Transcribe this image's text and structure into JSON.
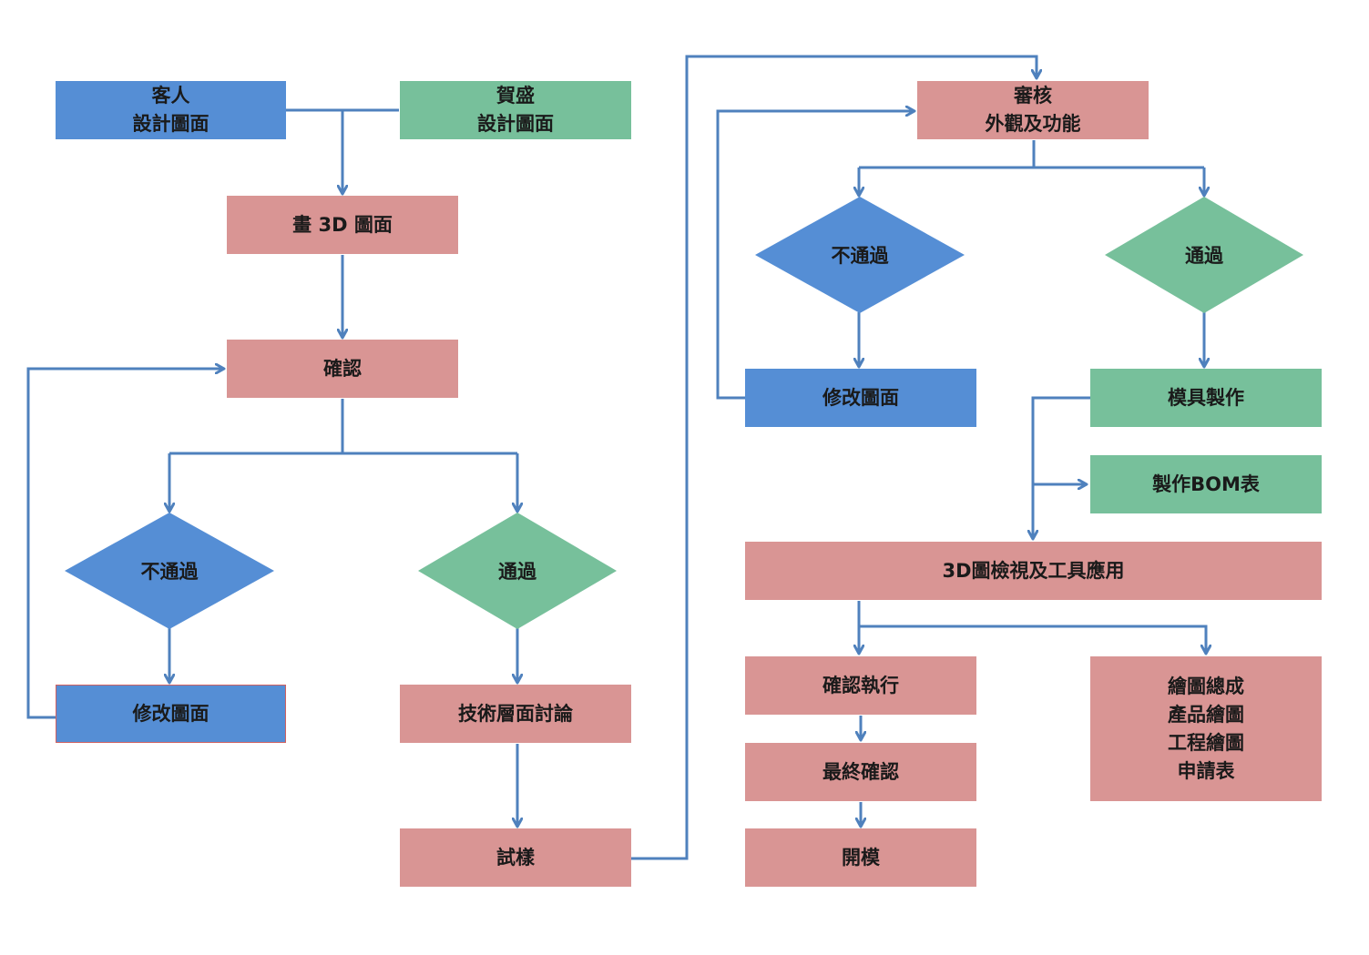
{
  "colors": {
    "blue": "#558ed5",
    "green": "#77c09b",
    "pink": "#d99594",
    "arrow": "#4f81bd"
  },
  "nodes": {
    "customer_design": [
      "客人",
      "設計圖面"
    ],
    "hesheng_design": [
      "賀盛",
      "設計圖面"
    ],
    "draw_3d": "畫 3D 圖面",
    "confirm": "確認",
    "fail_left": "不通過",
    "pass_left": "通過",
    "modify_left": "修改圖面",
    "tech_discussion": "技術層面討論",
    "trial": "試樣",
    "review": [
      "審核",
      "外觀及功能"
    ],
    "fail_right": "不通過",
    "pass_right": "通過",
    "modify_right": "修改圖面",
    "mold_making": "模具製作",
    "bom": "製作BOM表",
    "view_3d": "3D圖檢視及工具應用",
    "confirm_execute": "確認執行",
    "final_confirm": "最終確認",
    "open_mold": "開模",
    "drawings": [
      "繪圖總成",
      "產品繪圖",
      "工程繪圖",
      "申請表"
    ]
  }
}
